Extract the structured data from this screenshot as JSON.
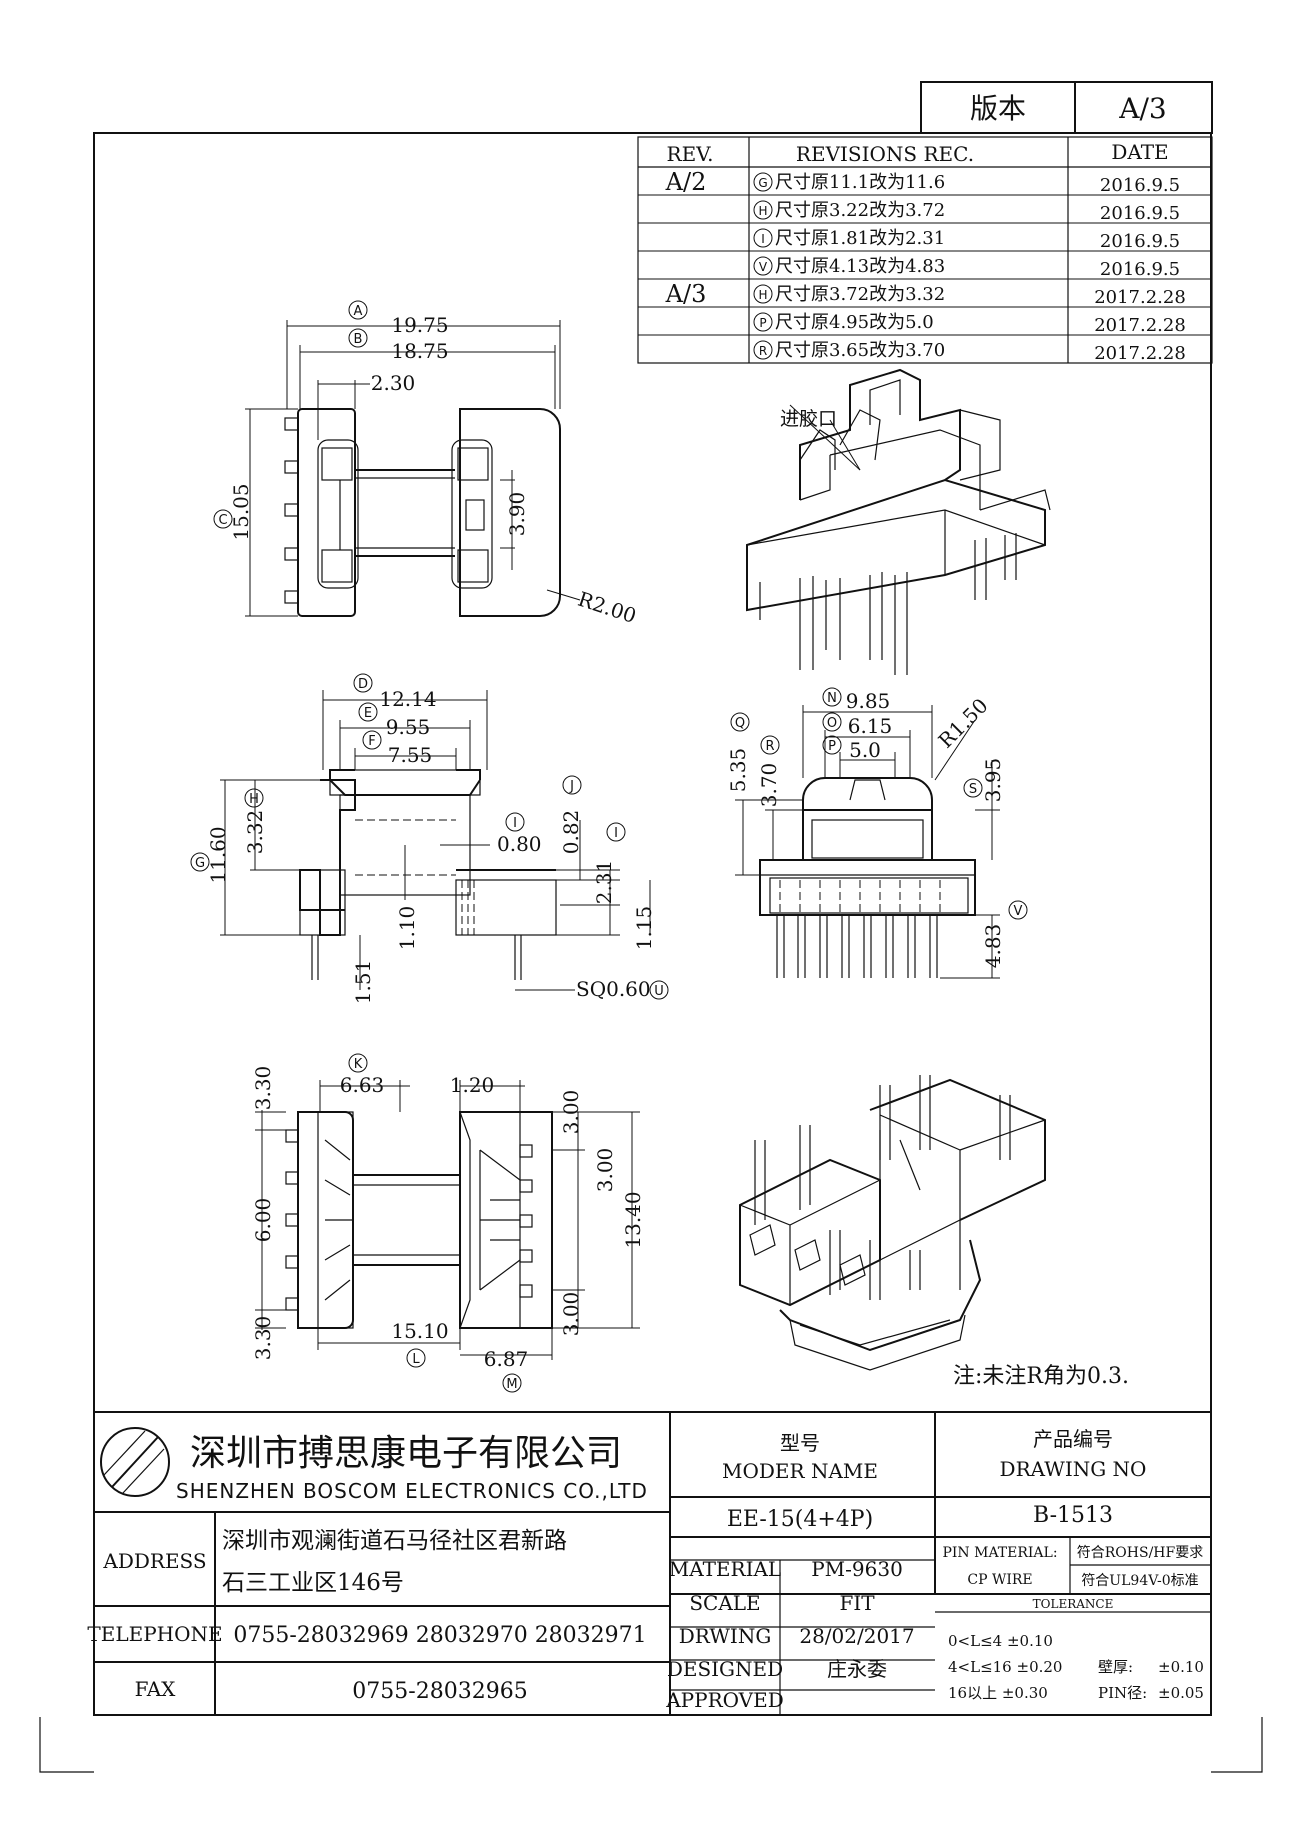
{
  "version_box": {
    "label": "版本",
    "value": "A/3"
  },
  "revisions": {
    "headers": {
      "rev": "REV.",
      "rec": "REVISIONS REC.",
      "date": "DATE"
    },
    "rows": [
      {
        "rev": "A/2",
        "mark": "G",
        "text": "尺寸原11.1改为11.6",
        "date": "2016.9.5"
      },
      {
        "rev": "",
        "mark": "H",
        "text": "尺寸原3.22改为3.72",
        "date": "2016.9.5"
      },
      {
        "rev": "",
        "mark": "I",
        "text": "尺寸原1.81改为2.31",
        "date": "2016.9.5"
      },
      {
        "rev": "",
        "mark": "V",
        "text": "尺寸原4.13改为4.83",
        "date": "2016.9.5"
      },
      {
        "rev": "A/3",
        "mark": "H",
        "text": "尺寸原3.72改为3.32",
        "date": "2017.2.28"
      },
      {
        "rev": "",
        "mark": "P",
        "text": "尺寸原4.95改为5.0",
        "date": "2017.2.28"
      },
      {
        "rev": "",
        "mark": "R",
        "text": "尺寸原3.65改为3.70",
        "date": "2017.2.28"
      }
    ]
  },
  "top_view": {
    "dimA": "19.75",
    "markA": "A",
    "dimB": "18.75",
    "markB": "B",
    "dim230": "2.30",
    "dimC": "15.05",
    "markC": "C",
    "dim390": "3.90",
    "radius": "R2.00"
  },
  "iso_top": {
    "gate_label": "进胶口"
  },
  "side_view": {
    "dimD": "12.14",
    "markD": "D",
    "dimE": "9.55",
    "markE": "E",
    "dimF": "7.55",
    "markF": "F",
    "dimG": "11.60",
    "markG": "G",
    "dimH": "3.32",
    "markH": "H",
    "dim080": "0.80",
    "markI1": "I",
    "dimJ": "0.82",
    "markJ": "J",
    "dim231": "2.31",
    "markI2": "I",
    "dim110": "1.10",
    "dim115": "1.15",
    "dim151": "1.51",
    "dimU": "SQ0.60",
    "markU": "U"
  },
  "front_view": {
    "dimN": "9.85",
    "markN": "N",
    "dimO": "6.15",
    "markO": "O",
    "dimP": "5.0",
    "markP": "P",
    "dimR15": "R1.50",
    "dimQ": "5.35",
    "markQ": "Q",
    "dimR": "3.70",
    "markR": "R",
    "dimS": "3.95",
    "markS": "S",
    "dimV": "4.83",
    "markV": "V"
  },
  "bottom_view": {
    "dimK": "6.63",
    "markK": "K",
    "dim120": "1.20",
    "dim330a": "3.30",
    "dim600": "6.00",
    "dim330b": "3.30",
    "dim300a": "3.00",
    "dim300b": "3.00",
    "dim300c": "3.00",
    "dim1340": "13.40",
    "dimL": "15.10",
    "markL": "L",
    "dimM": "6.87",
    "markM": "M"
  },
  "note": "注:未注R角为0.3.",
  "title_block": {
    "company_cn": "深圳市搏思康电子有限公司",
    "company_en": "SHENZHEN BOSCOM ELECTRONICS CO.,LTD",
    "address_label": "ADDRESS",
    "address_line1": "深圳市观澜街道石马径社区君新路",
    "address_line2": "石三工业区146号",
    "telephone_label": "TELEPHONE",
    "telephone": "0755-28032969 28032970 28032971",
    "fax_label": "FAX",
    "fax": "0755-28032965",
    "model_cn": "型号",
    "model_en": "MODER NAME",
    "model_value": "EE-15(4+4P)",
    "drawing_cn": "产品编号",
    "drawing_en": "DRAWING NO",
    "drawing_value": "B-1513",
    "material_label": "MATERIAL",
    "material_value": "PM-9630",
    "scale_label": "SCALE",
    "scale_value": "FIT",
    "drwing_label": "DRWING",
    "drwing_value": "28/02/2017",
    "designed_label": "DESIGNED",
    "designed_value": "庄永委",
    "approved_label": "APPROVED",
    "pin_material_label": "PIN MATERIAL:",
    "cp_wire_label": "CP WIRE",
    "rohs": "符合ROHS/HF要求",
    "ul": "符合UL94V-0标准",
    "tolerance_label": "TOLERANCE",
    "tol1": "0<L≤4  ±0.10",
    "tol2": "4<L≤16  ±0.20",
    "tol3": "16以上      ±0.30",
    "wall_label": "壁厚:",
    "wall_value": "±0.10",
    "pin_label": "PIN径:",
    "pin_value": "±0.05"
  }
}
